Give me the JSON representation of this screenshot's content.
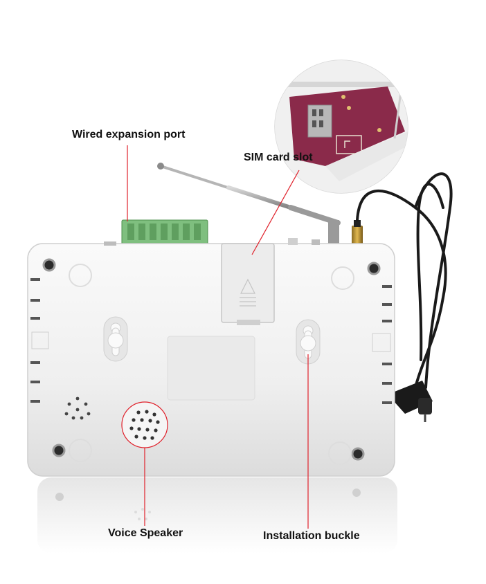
{
  "callouts": {
    "wired_port": "Wired expansion port",
    "sim_slot": "SIM card slot",
    "voice_speaker": "Voice Speaker",
    "installation_buckle": "Installation buckle"
  },
  "colors": {
    "callout_line": "#e0202a",
    "housing": "#f2f2f2",
    "terminal_block": "#7fbf7f",
    "pcb": "#8a2a4a"
  }
}
